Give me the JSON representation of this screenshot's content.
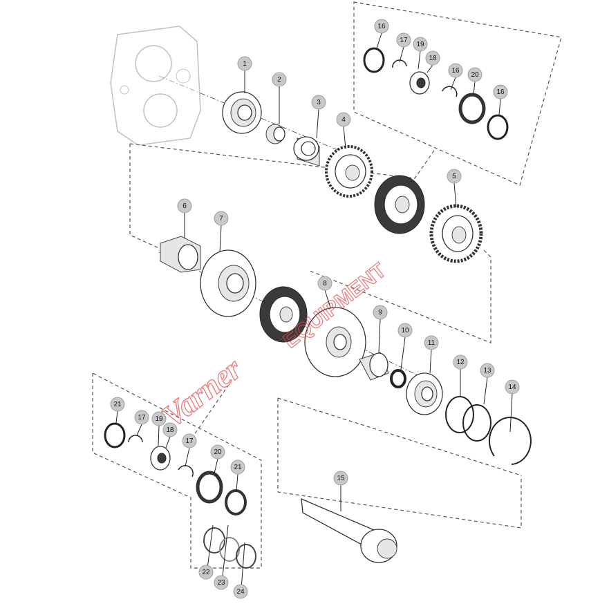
{
  "diagram": {
    "callouts": [
      {
        "id": "c1",
        "label": "1"
      },
      {
        "id": "c2",
        "label": "2"
      },
      {
        "id": "c3",
        "label": "3"
      },
      {
        "id": "c4",
        "label": "4"
      },
      {
        "id": "c5",
        "label": "5"
      },
      {
        "id": "c6",
        "label": "6"
      },
      {
        "id": "c7",
        "label": "7"
      },
      {
        "id": "c8",
        "label": "8"
      },
      {
        "id": "c9",
        "label": "9"
      },
      {
        "id": "c10",
        "label": "10"
      },
      {
        "id": "c11",
        "label": "11"
      },
      {
        "id": "c12",
        "label": "12"
      },
      {
        "id": "c13",
        "label": "13"
      },
      {
        "id": "c14",
        "label": "14"
      },
      {
        "id": "c15",
        "label": "15"
      },
      {
        "id": "c16a",
        "label": "16"
      },
      {
        "id": "c17a",
        "label": "17"
      },
      {
        "id": "c19a",
        "label": "19"
      },
      {
        "id": "c18a",
        "label": "18"
      },
      {
        "id": "c16b",
        "label": "16"
      },
      {
        "id": "c20a",
        "label": "20"
      },
      {
        "id": "c16c",
        "label": "16"
      },
      {
        "id": "c21a",
        "label": "21"
      },
      {
        "id": "c17b",
        "label": "17"
      },
      {
        "id": "c19b",
        "label": "19"
      },
      {
        "id": "c18b",
        "label": "18"
      },
      {
        "id": "c17c",
        "label": "17"
      },
      {
        "id": "c20b",
        "label": "20"
      },
      {
        "id": "c21b",
        "label": "21"
      },
      {
        "id": "c22",
        "label": "22"
      },
      {
        "id": "c23",
        "label": "23"
      },
      {
        "id": "c24",
        "label": "24"
      }
    ],
    "watermark": {
      "script_text": "Varner",
      "block_text": "EQUIPMENT",
      "color": "#e24a4a"
    }
  }
}
